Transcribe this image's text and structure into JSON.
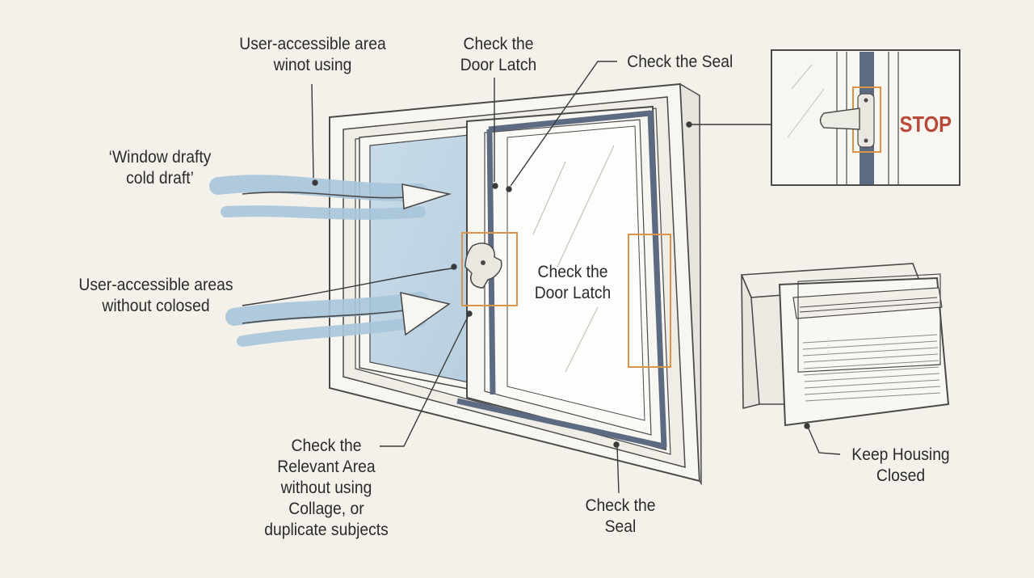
{
  "labels": {
    "user_area_top": "User-accessible area\nwinot using",
    "door_latch_top": "Check the\nDoor Latch",
    "seal_top": "Check the Seal",
    "window_drafty": "‘Window drafty\ncold draft’",
    "user_area_mid": "User-accessible areas\nwithout colosed",
    "door_latch_mid": "Check the\nDoor Latch",
    "relevant_area": "Check the\nRelevant Area\nwithout using\nCollage, or\nduplicate subjects",
    "seal_bottom": "Check the\nSeal",
    "keep_housing": "Keep Housing\nClosed"
  },
  "inset": {
    "stop_text": "STOP"
  },
  "colors": {
    "background": "#f3f1ea",
    "frame_line": "#4a4a4a",
    "seal": "#5c6b82",
    "highlight_box": "#d8954a",
    "draft_blue": "#a9c6dc",
    "stop_red": "#b84a3a"
  }
}
